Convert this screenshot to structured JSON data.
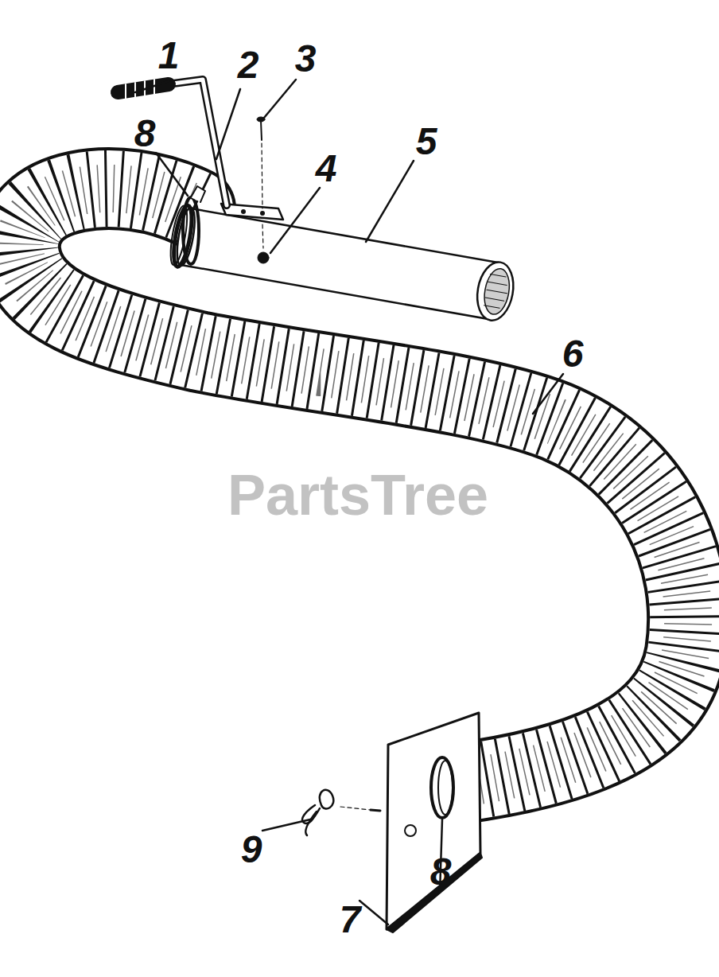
{
  "diagram": {
    "labels": [
      "1",
      "2",
      "3",
      "8",
      "4",
      "5",
      "6",
      "9",
      "7",
      "8",
      "PartsTree"
    ]
  }
}
